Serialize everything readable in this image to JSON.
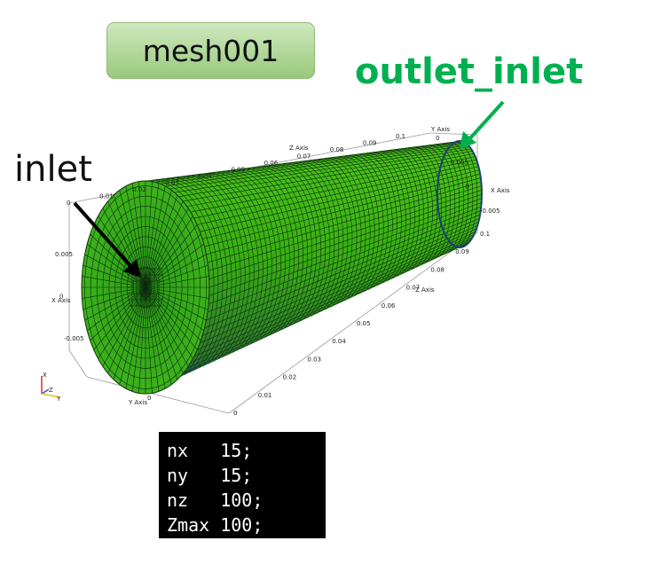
{
  "title": "mesh001",
  "labels": {
    "outlet": "outlet_inlet",
    "inlet": "inlet"
  },
  "colors": {
    "mesh_face": "#33aa18",
    "mesh_side_light": "#5ad21e",
    "mesh_side_dark": "#1d3f78",
    "grid_line": "#0d2a10",
    "outlet_label": "#00b050",
    "title_fill": "#a9d38f"
  },
  "axes": {
    "z_axis_label": "Z Axis",
    "y_axis_label_top": "Y Axis",
    "x_axis_label_right": "X Axis",
    "x_axis_label_left": "X Axis",
    "z_axis_label_right": "Z Axis",
    "y_axis_label_bottom": "Y Axis",
    "z_ticks_top": [
      "0",
      "0.01",
      "0.02",
      "0.03",
      "0.04",
      "0.05",
      "0.06",
      "0.07",
      "0.08",
      "0.09",
      "0.1"
    ],
    "z_ticks_right": [
      "0.1",
      "0.09",
      "0.08",
      "0.07",
      "0.06",
      "0.05",
      "0.04",
      "0.03",
      "0.02",
      "0.01",
      "0"
    ],
    "y_ticks_right": [
      "0",
      "0.005",
      "0",
      "-0.005"
    ],
    "x_ticks_left": [
      "0.005",
      "0",
      "-0.005"
    ],
    "y_tick_bottom": "0"
  },
  "orientation_axes": [
    "X",
    "Z",
    "Y"
  ],
  "code": [
    "nx   15;",
    "ny   15;",
    "nz   100;",
    "Zmax 100;"
  ]
}
